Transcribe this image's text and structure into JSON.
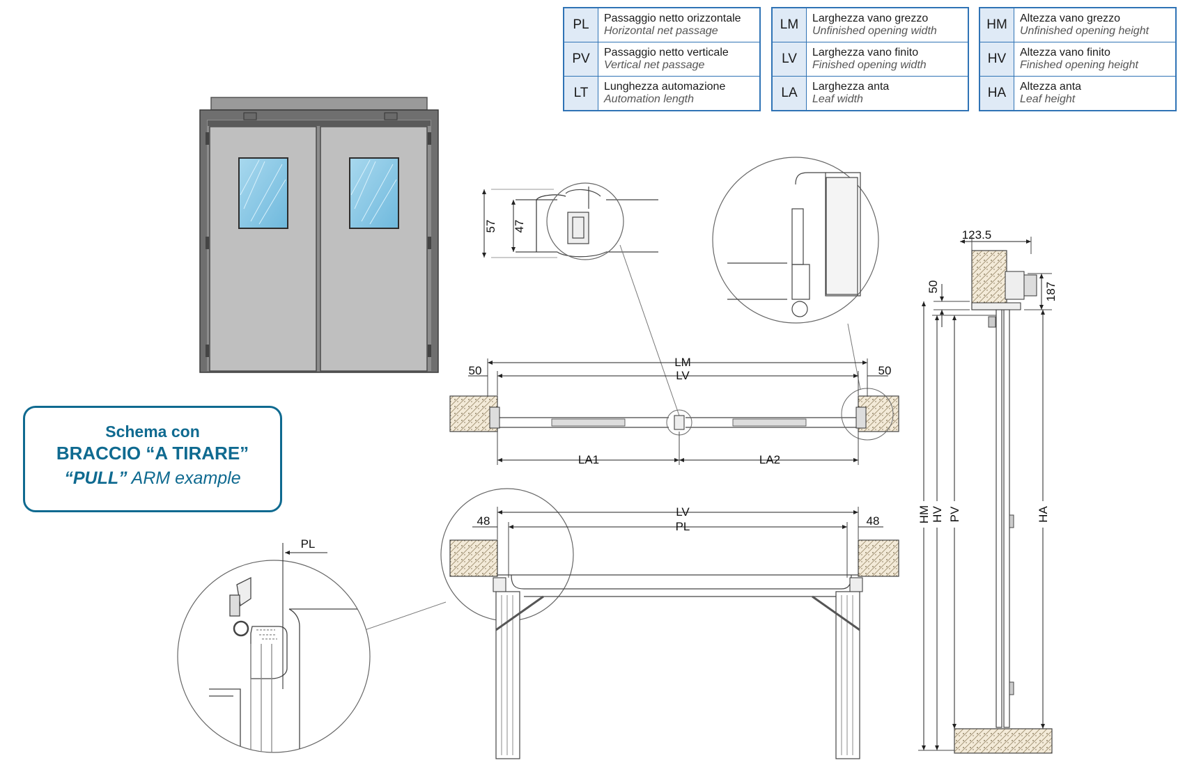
{
  "legend": [
    [
      {
        "code": "PL",
        "it": "Passaggio netto orizzontale",
        "en": "Horizontal net passage"
      },
      {
        "code": "PV",
        "it": "Passaggio netto verticale",
        "en": "Vertical net passage"
      },
      {
        "code": "LT",
        "it": "Lunghezza automazione",
        "en": "Automation length"
      }
    ],
    [
      {
        "code": "LM",
        "it": "Larghezza vano grezzo",
        "en": "Unfinished opening width"
      },
      {
        "code": "LV",
        "it": "Larghezza vano finito",
        "en": "Finished opening width"
      },
      {
        "code": "LA",
        "it": "Larghezza anta",
        "en": "Leaf width"
      }
    ],
    [
      {
        "code": "HM",
        "it": "Altezza vano grezzo",
        "en": "Unfinished opening height"
      },
      {
        "code": "HV",
        "it": "Altezza vano finito",
        "en": "Finished opening height"
      },
      {
        "code": "HA",
        "it": "Altezza anta",
        "en": "Leaf height"
      }
    ]
  ],
  "pull_box": {
    "line1": "Schema con",
    "line2": "BRACCIO “A TIRARE”",
    "line3_bold": "“PULL”",
    "line3_rest": " ARM example"
  },
  "dims": {
    "d57": "57",
    "d47": "47",
    "d50_left": "50",
    "d50_right": "50",
    "lm": "LM",
    "lv_top": "LV",
    "la1": "LA1",
    "la2": "LA2",
    "lv_bottom": "LV",
    "pl_bottom": "PL",
    "d48_left": "48",
    "d48_right": "48",
    "pl_detail": "PL",
    "d123": "123.5",
    "d50_side": "50",
    "d187": "187",
    "hm": "HM",
    "hv": "HV",
    "pv": "PV",
    "ha": "HA"
  }
}
